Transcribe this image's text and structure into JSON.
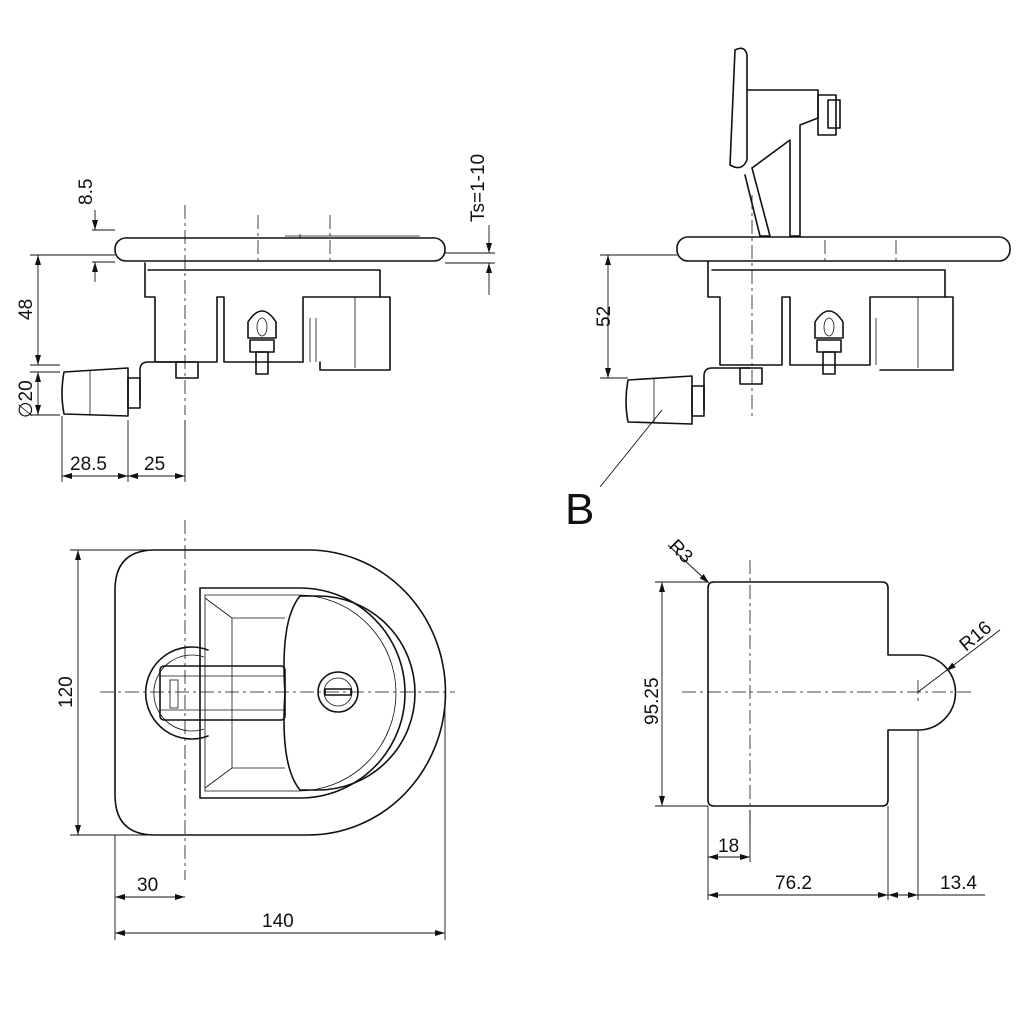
{
  "views": {
    "side_left": {
      "dims": {
        "d1": "8.5",
        "d2": "48",
        "d3": "∅20",
        "d4": "28.5",
        "d5": "25",
        "d6": "Ts=1-10"
      }
    },
    "side_right": {
      "dims": {
        "d1": "52"
      },
      "callout": "B"
    },
    "top": {
      "dims": {
        "d1": "120",
        "d2": "30",
        "d3": "140"
      }
    },
    "cutout": {
      "dims": {
        "d1": "R3",
        "d2": "R16",
        "d3": "95.25",
        "d4": "18",
        "d5": "76.2",
        "d6": "13.4"
      }
    }
  },
  "colors": {
    "line": "#111111",
    "background": "#ffffff"
  }
}
